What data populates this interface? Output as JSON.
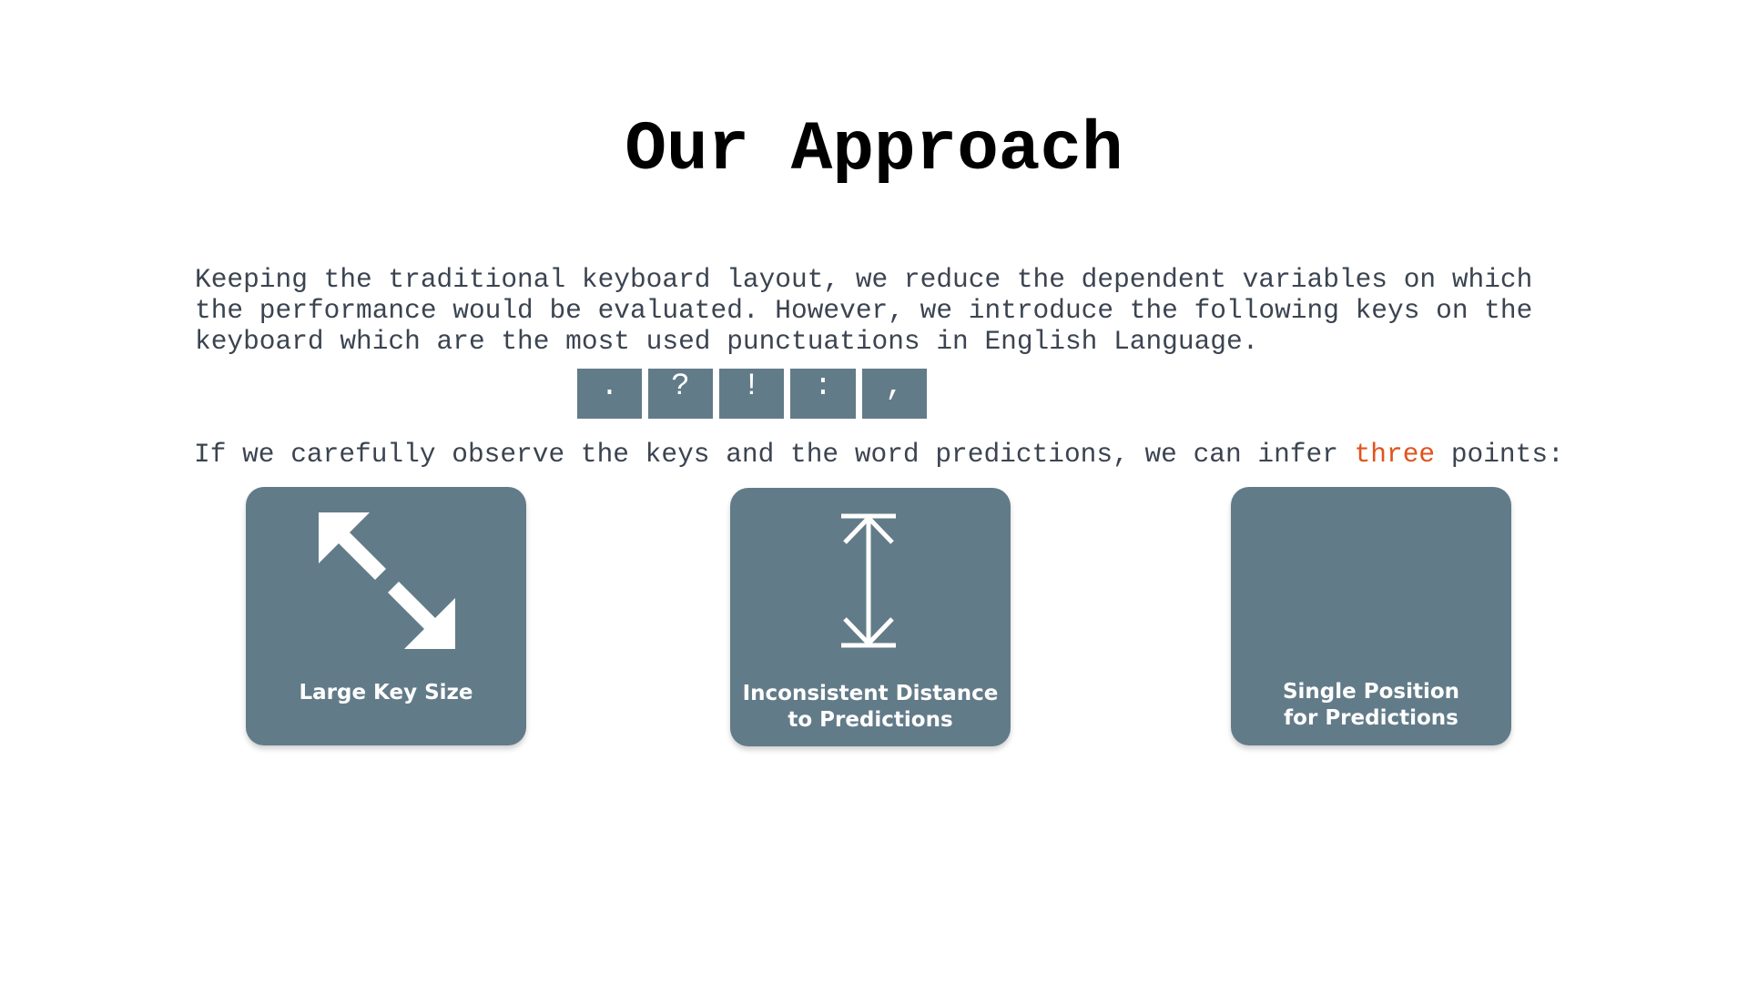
{
  "slide": {
    "title": "Our Approach",
    "intro_lines": [
      "Keeping the traditional keyboard layout, we reduce the dependent variables on which",
      "the performance would be evaluated. However, we introduce the following keys on the",
      "keyboard which are the most used punctuations in English Language."
    ],
    "keys": [
      ".",
      "?",
      "!",
      ":",
      ","
    ],
    "inference": {
      "before": "If we carefully observe the keys and the word predictions, we can infer ",
      "highlight": "three",
      "after": " points:"
    },
    "cards": [
      {
        "label_lines": [
          "Large Key Size"
        ],
        "icon": "diagonal-double-arrow-icon"
      },
      {
        "label_lines": [
          "Inconsistent Distance",
          "to Predictions"
        ],
        "icon": "vertical-double-arrow-icon"
      },
      {
        "label_lines": [
          "Single Position",
          "for Predictions"
        ],
        "icon": ""
      }
    ]
  },
  "colors": {
    "card_background": "#627b88",
    "body_text": "#3b4450",
    "highlight": "#e0541c",
    "title": "#000000"
  }
}
